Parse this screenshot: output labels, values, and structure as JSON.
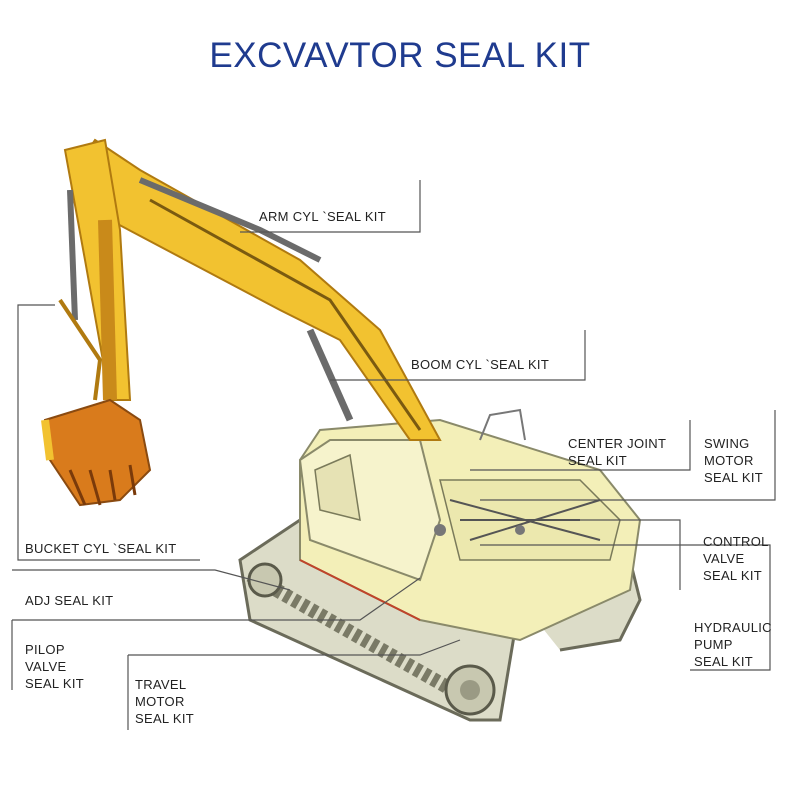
{
  "title": "EXCVAVTOR SEAL KIT",
  "colors": {
    "title": "#1f3b8f",
    "arm": "#f2c230",
    "arm_dark": "#c98a1a",
    "bucket": "#d97b1c",
    "body": "#f3efb8",
    "body_line": "#8a8a6a",
    "track": "#8c8c7a",
    "leader": "#555555"
  },
  "labels": {
    "arm_cyl": "ARM  CYL  `SEAL KIT",
    "boom_cyl": "BOOM CYL  `SEAL KIT",
    "center_joint": [
      "CENTER JOINT",
      "SEAL KIT"
    ],
    "swing_motor": [
      "SWING",
      "MOTOR",
      "SEAL KIT"
    ],
    "control_valve": [
      "CONTROL",
      "VALVE",
      "SEAL KIT"
    ],
    "hydraulic_pump": [
      "HYDRAULIC",
      "PUMP",
      "SEAL KIT"
    ],
    "bucket_cyl": "BUCKET CYL  `SEAL KIT",
    "adj": "ADJ SEAL KIT",
    "pilop_valve": [
      "PILOP",
      "VALVE",
      "SEAL KIT"
    ],
    "travel_motor": [
      "TRAVEL",
      "MOTOR",
      "SEAL KIT"
    ]
  }
}
